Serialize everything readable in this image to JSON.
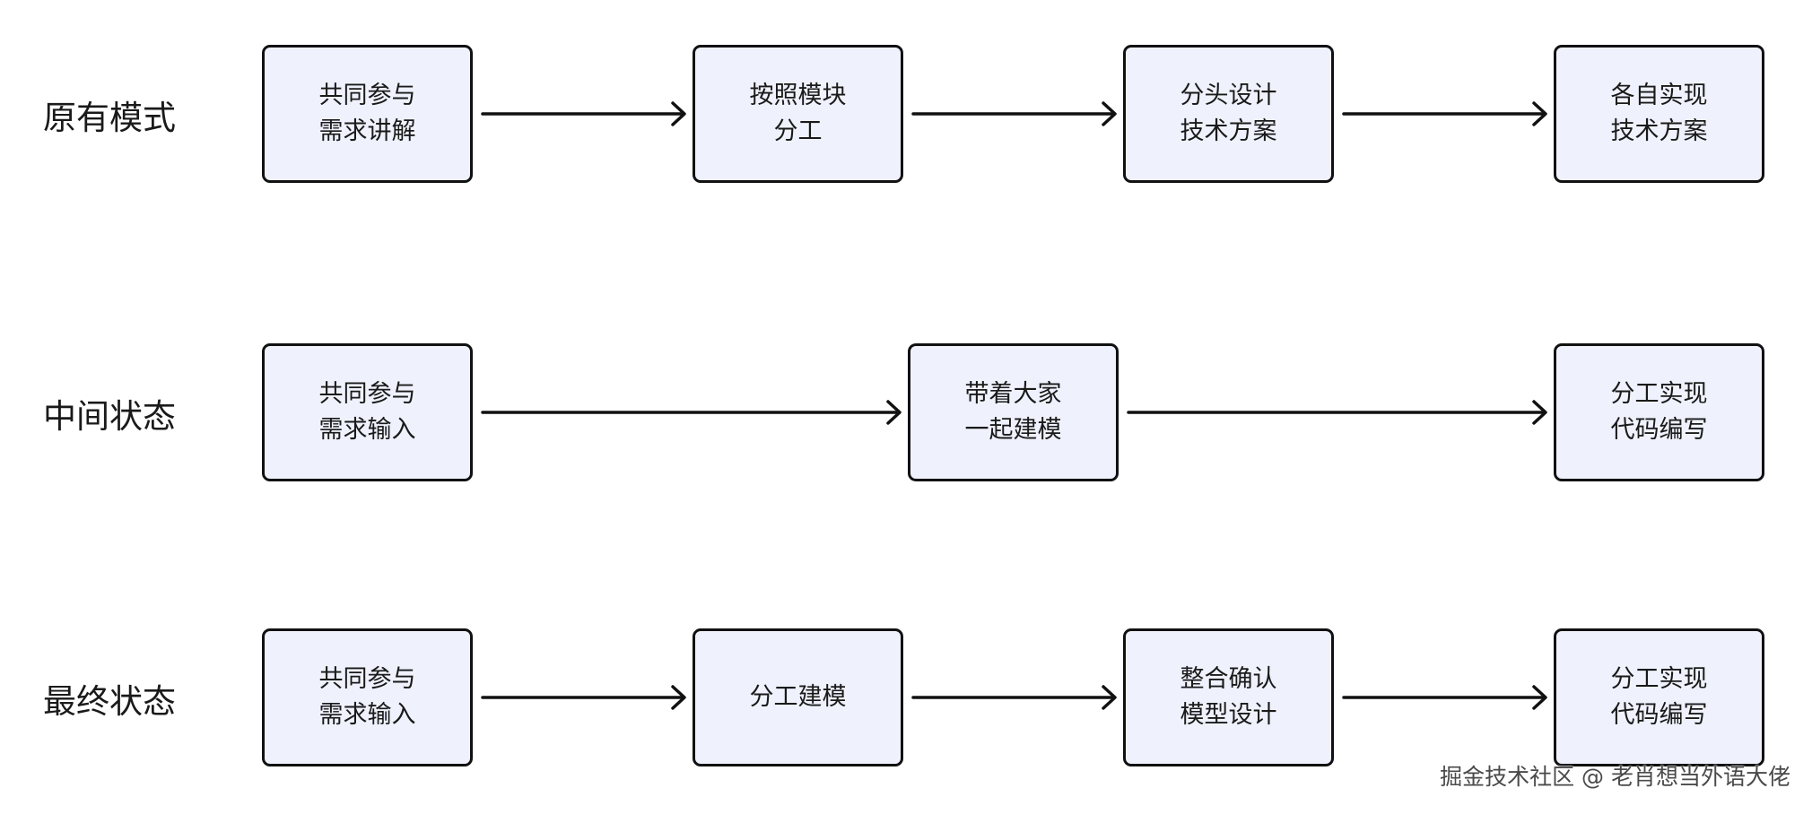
{
  "rows": [
    {
      "label": "原有模式",
      "nodes": [
        "共同参与\n需求讲解",
        "按照模块\n分工",
        "分头设计\n技术方案",
        "各自实现\n技术方案"
      ]
    },
    {
      "label": "中间状态",
      "nodes": [
        "共同参与\n需求输入",
        "带着大家\n一起建模",
        "分工实现\n代码编写"
      ]
    },
    {
      "label": "最终状态",
      "nodes": [
        "共同参与\n需求输入",
        "分工建模",
        "整合确认\n模型设计",
        "分工实现\n代码编写"
      ]
    }
  ],
  "watermark": "掘金技术社区 @ 老肖想当外语大佬",
  "colors": {
    "box_fill": "#eff2fc",
    "stroke": "#111111"
  }
}
